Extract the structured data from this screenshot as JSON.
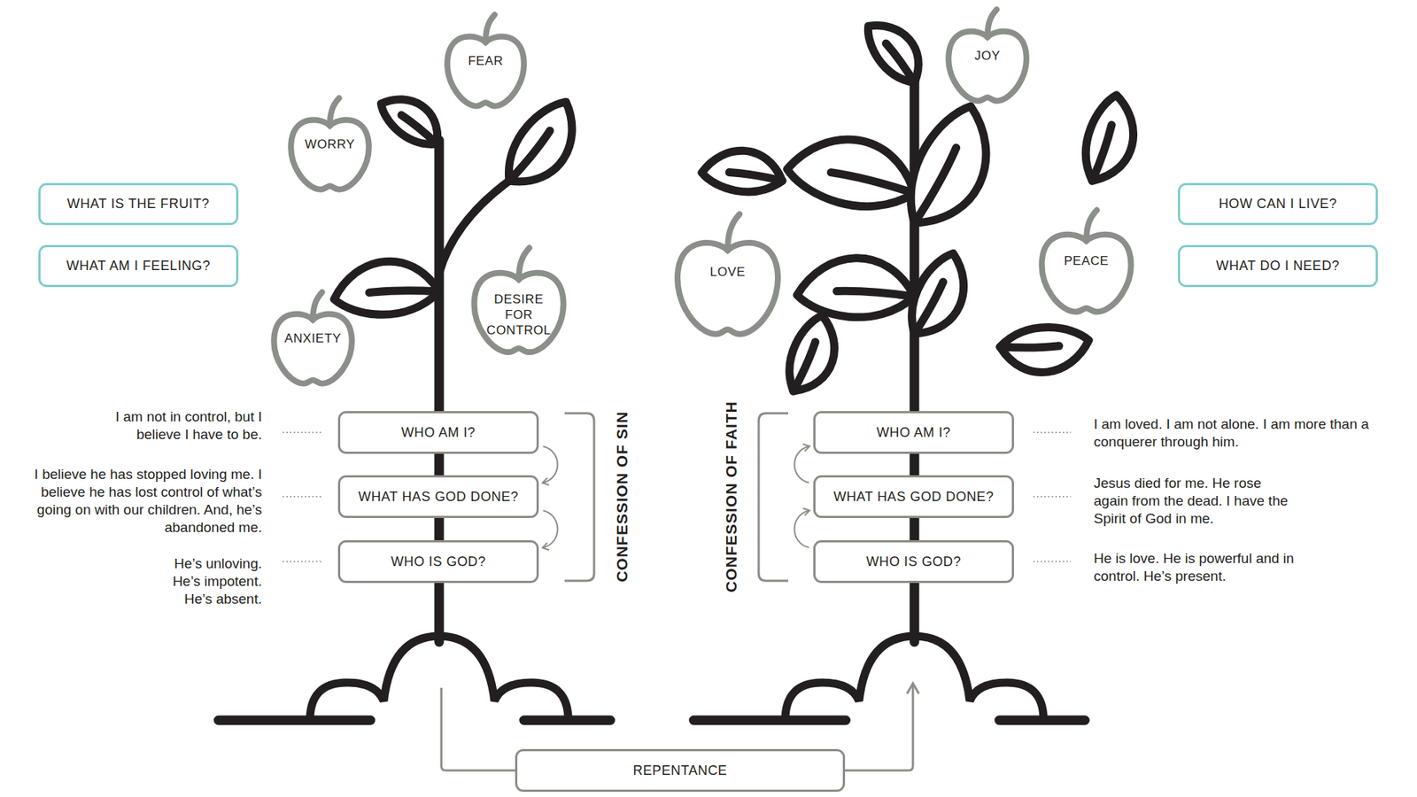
{
  "diagram": {
    "nodes": [
      {
        "text": [
          "FEAR"
        ]
      },
      {
        "text": [
          "WORRY"
        ]
      },
      {
        "text": [
          "DESIRE FOR CONTROL"
        ]
      },
      {
        "text": [
          "ANXIETY"
        ]
      },
      {
        "text": [
          "JOY"
        ]
      },
      {
        "text": [
          "LOVE"
        ]
      },
      {
        "text": [
          "PEACE"
        ]
      },
      {
        "text": [
          "WHAT IS THE FRUIT?"
        ]
      },
      {
        "text": [
          "WHAT AM I FEELING?"
        ]
      },
      {
        "text": [
          "HOW CAN I LIVE?"
        ]
      },
      {
        "text": [
          "WHAT DO I NEED?"
        ]
      },
      {
        "text": [
          "WHO AM I?"
        ]
      },
      {
        "text": [
          "WHAT HAS GOD DONE?"
        ]
      },
      {
        "text": [
          "WHO IS GOD?"
        ]
      },
      {
        "text": [
          "WHO AM I?"
        ]
      },
      {
        "text": [
          "WHAT HAS GOD DONE?"
        ]
      },
      {
        "text": [
          "WHO IS GOD?"
        ]
      },
      {
        "text": [
          "REPENTANCE"
        ]
      }
    ],
    "edges": [
      {
        "from": 11,
        "to": 12,
        "arrow": "to"
      },
      {
        "from": 12,
        "to": 13,
        "arrow": "to"
      },
      {
        "from": 16,
        "to": 15,
        "arrow": "to"
      },
      {
        "from": 15,
        "to": 14,
        "arrow": "to"
      }
    ],
    "labels": [
      "I am not in control, but I believe I have to be.",
      "I believe he has stopped loving me. I believe he has lost control of what’s going on with our children. And, he’s abandoned me.",
      "He’s unloving. He’s impotent. He’s absent.",
      "CONFESSION OF SIN",
      "CONFESSION OF FAITH",
      "I am loved. I am not alone. I am more than a conquerer through him.",
      "Jesus died for me. He rose again from the dead. I have the Spirit of God in me.",
      "He is love. He is powerful and in control. He’s present."
    ]
  }
}
